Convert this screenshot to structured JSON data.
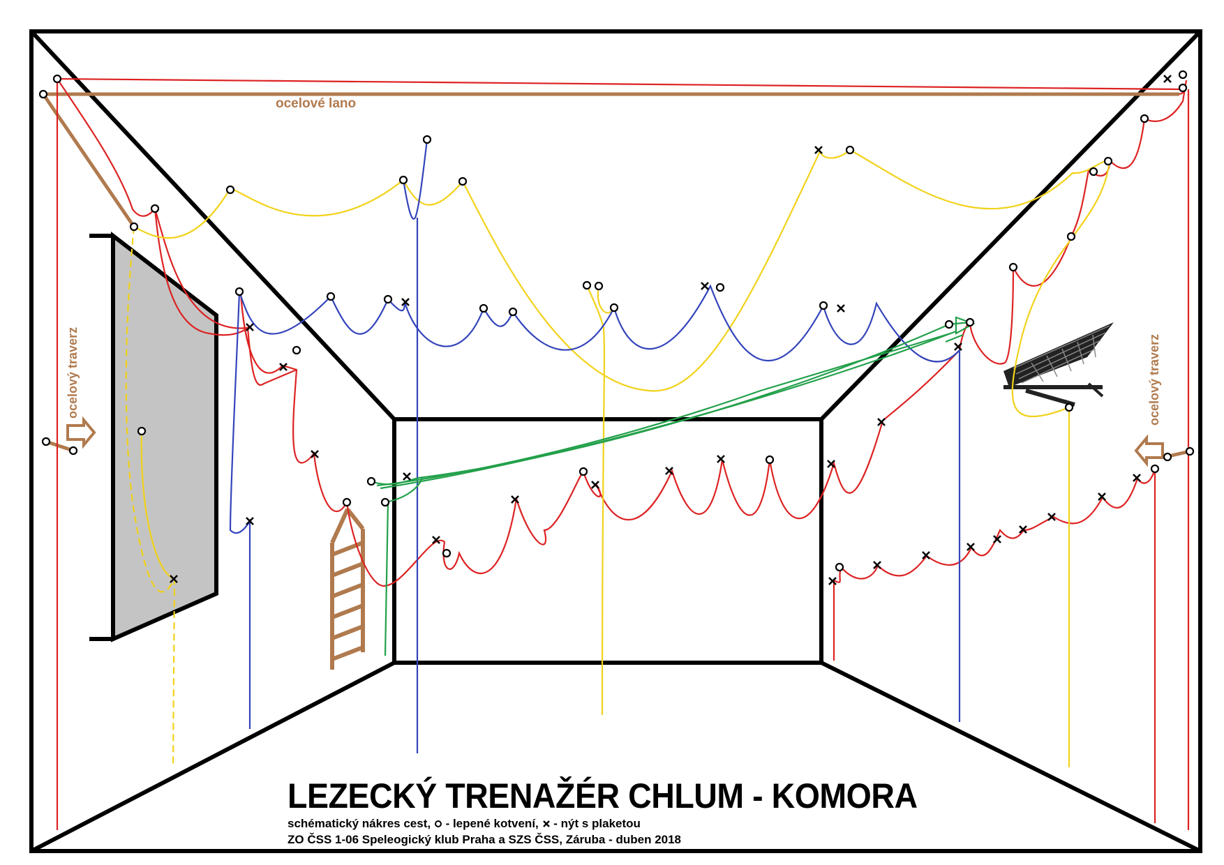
{
  "title": "LEZECKÝ TRENAŽÉR CHLUM - KOMORA",
  "legend": {
    "prefix": "schématický nákres cest,",
    "glued_anchor_label": "- lepené kotvení,",
    "bolt_label": "- nýt s plaketou"
  },
  "credits": "ZO ČSS 1-06 Speleogický klub Praha a SZS ČSS, Záruba - duben 2018",
  "labels": {
    "steel_cable": "ocelové lano",
    "steel_traverse_left": "ocelový traverz",
    "steel_traverse_right": "ocelový traverz"
  },
  "colors": {
    "red_route": "#dd2222",
    "yellow_route": "#f2d21a",
    "blue_route": "#3344bb",
    "green_route": "#22a04a",
    "steel": "#b07a4e",
    "panel": "#c4c4c4",
    "outline": "#000000"
  },
  "symbols": {
    "glued_anchor": "circle-anchor-icon",
    "bolt": "cross-bolt-icon"
  }
}
